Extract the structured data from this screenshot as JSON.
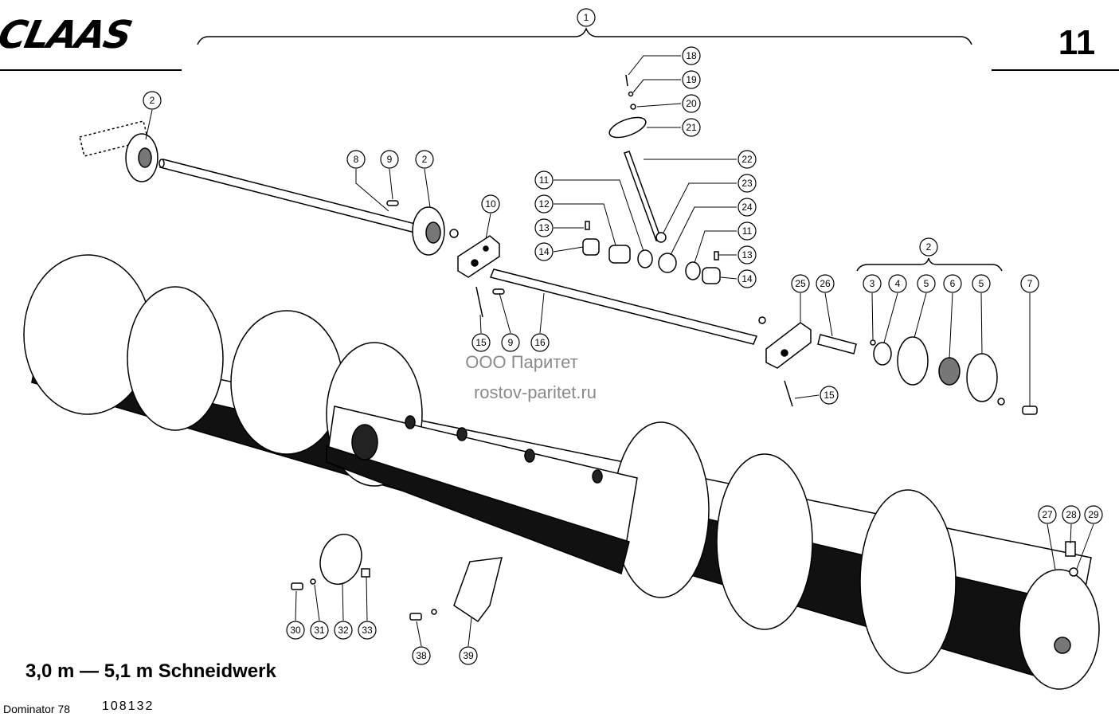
{
  "header": {
    "brand": "CLAAS",
    "page_number": "11"
  },
  "footer": {
    "title": "3,0 m — 5,1 m Schneidwerk",
    "model": "Dominator 78",
    "doc_number": "108132"
  },
  "watermark": {
    "line1": "ООО Паритет",
    "line2": "rostov-paritet.ru"
  },
  "callouts": [
    {
      "id": "c1",
      "label": "1"
    },
    {
      "id": "c2a",
      "label": "2"
    },
    {
      "id": "c8",
      "label": "8"
    },
    {
      "id": "c9a",
      "label": "9"
    },
    {
      "id": "c2b",
      "label": "2"
    },
    {
      "id": "c10",
      "label": "10"
    },
    {
      "id": "c15a",
      "label": "15"
    },
    {
      "id": "c9b",
      "label": "9"
    },
    {
      "id": "c16",
      "label": "16"
    },
    {
      "id": "c11a",
      "label": "11"
    },
    {
      "id": "c12",
      "label": "12"
    },
    {
      "id": "c13a",
      "label": "13"
    },
    {
      "id": "c14a",
      "label": "14"
    },
    {
      "id": "c18",
      "label": "18"
    },
    {
      "id": "c19",
      "label": "19"
    },
    {
      "id": "c20",
      "label": "20"
    },
    {
      "id": "c21",
      "label": "21"
    },
    {
      "id": "c22",
      "label": "22"
    },
    {
      "id": "c23",
      "label": "23"
    },
    {
      "id": "c24",
      "label": "24"
    },
    {
      "id": "c11b",
      "label": "11"
    },
    {
      "id": "c13b",
      "label": "13"
    },
    {
      "id": "c14b",
      "label": "14"
    },
    {
      "id": "c25",
      "label": "25"
    },
    {
      "id": "c26",
      "label": "26"
    },
    {
      "id": "c15b",
      "label": "15"
    },
    {
      "id": "c2c",
      "label": "2"
    },
    {
      "id": "c3",
      "label": "3"
    },
    {
      "id": "c4",
      "label": "4"
    },
    {
      "id": "c5a",
      "label": "5"
    },
    {
      "id": "c6",
      "label": "6"
    },
    {
      "id": "c5b",
      "label": "5"
    },
    {
      "id": "c7",
      "label": "7"
    },
    {
      "id": "c27",
      "label": "27"
    },
    {
      "id": "c28",
      "label": "28"
    },
    {
      "id": "c29",
      "label": "29"
    },
    {
      "id": "c30",
      "label": "30"
    },
    {
      "id": "c31",
      "label": "31"
    },
    {
      "id": "c32",
      "label": "32"
    },
    {
      "id": "c33",
      "label": "33"
    },
    {
      "id": "c38",
      "label": "38"
    },
    {
      "id": "c39",
      "label": "39"
    }
  ]
}
